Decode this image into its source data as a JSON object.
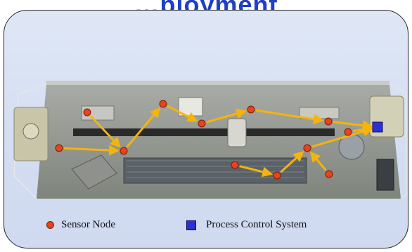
{
  "title": "…ployment",
  "legend": {
    "sensor_node": "Sensor Node",
    "process_control": "Process Control System"
  },
  "colors": {
    "title": "#1f3fc4",
    "panel": "#d9e2f4",
    "sensor_node": "#e8431b",
    "process_control": "#2a2fd6",
    "arrow": "#f5b40c"
  },
  "diagram": {
    "nodes": [
      {
        "id": "n1",
        "type": "sensor_node"
      },
      {
        "id": "n2",
        "type": "sensor_node"
      },
      {
        "id": "n3",
        "type": "sensor_node"
      },
      {
        "id": "n4",
        "type": "sensor_node"
      },
      {
        "id": "n5",
        "type": "sensor_node"
      },
      {
        "id": "n6",
        "type": "sensor_node"
      },
      {
        "id": "n7",
        "type": "sensor_node"
      },
      {
        "id": "n8",
        "type": "sensor_node"
      },
      {
        "id": "n9",
        "type": "sensor_node"
      },
      {
        "id": "n10",
        "type": "sensor_node"
      },
      {
        "id": "n11",
        "type": "sensor_node"
      },
      {
        "id": "n12",
        "type": "sensor_node"
      },
      {
        "id": "pcs",
        "type": "process_control"
      }
    ],
    "edges": [
      {
        "from": "n1",
        "to": "n2"
      },
      {
        "from": "n3",
        "to": "n2"
      },
      {
        "from": "n2",
        "to": "n4"
      },
      {
        "from": "n4",
        "to": "n5"
      },
      {
        "from": "n5",
        "to": "n6"
      },
      {
        "from": "n6",
        "to": "n7"
      },
      {
        "from": "n7",
        "to": "pcs"
      },
      {
        "from": "n8",
        "to": "n9"
      },
      {
        "from": "n9",
        "to": "n10"
      },
      {
        "from": "n10",
        "to": "pcs"
      },
      {
        "from": "n11",
        "to": "n10"
      },
      {
        "from": "n12",
        "to": "pcs"
      }
    ]
  }
}
